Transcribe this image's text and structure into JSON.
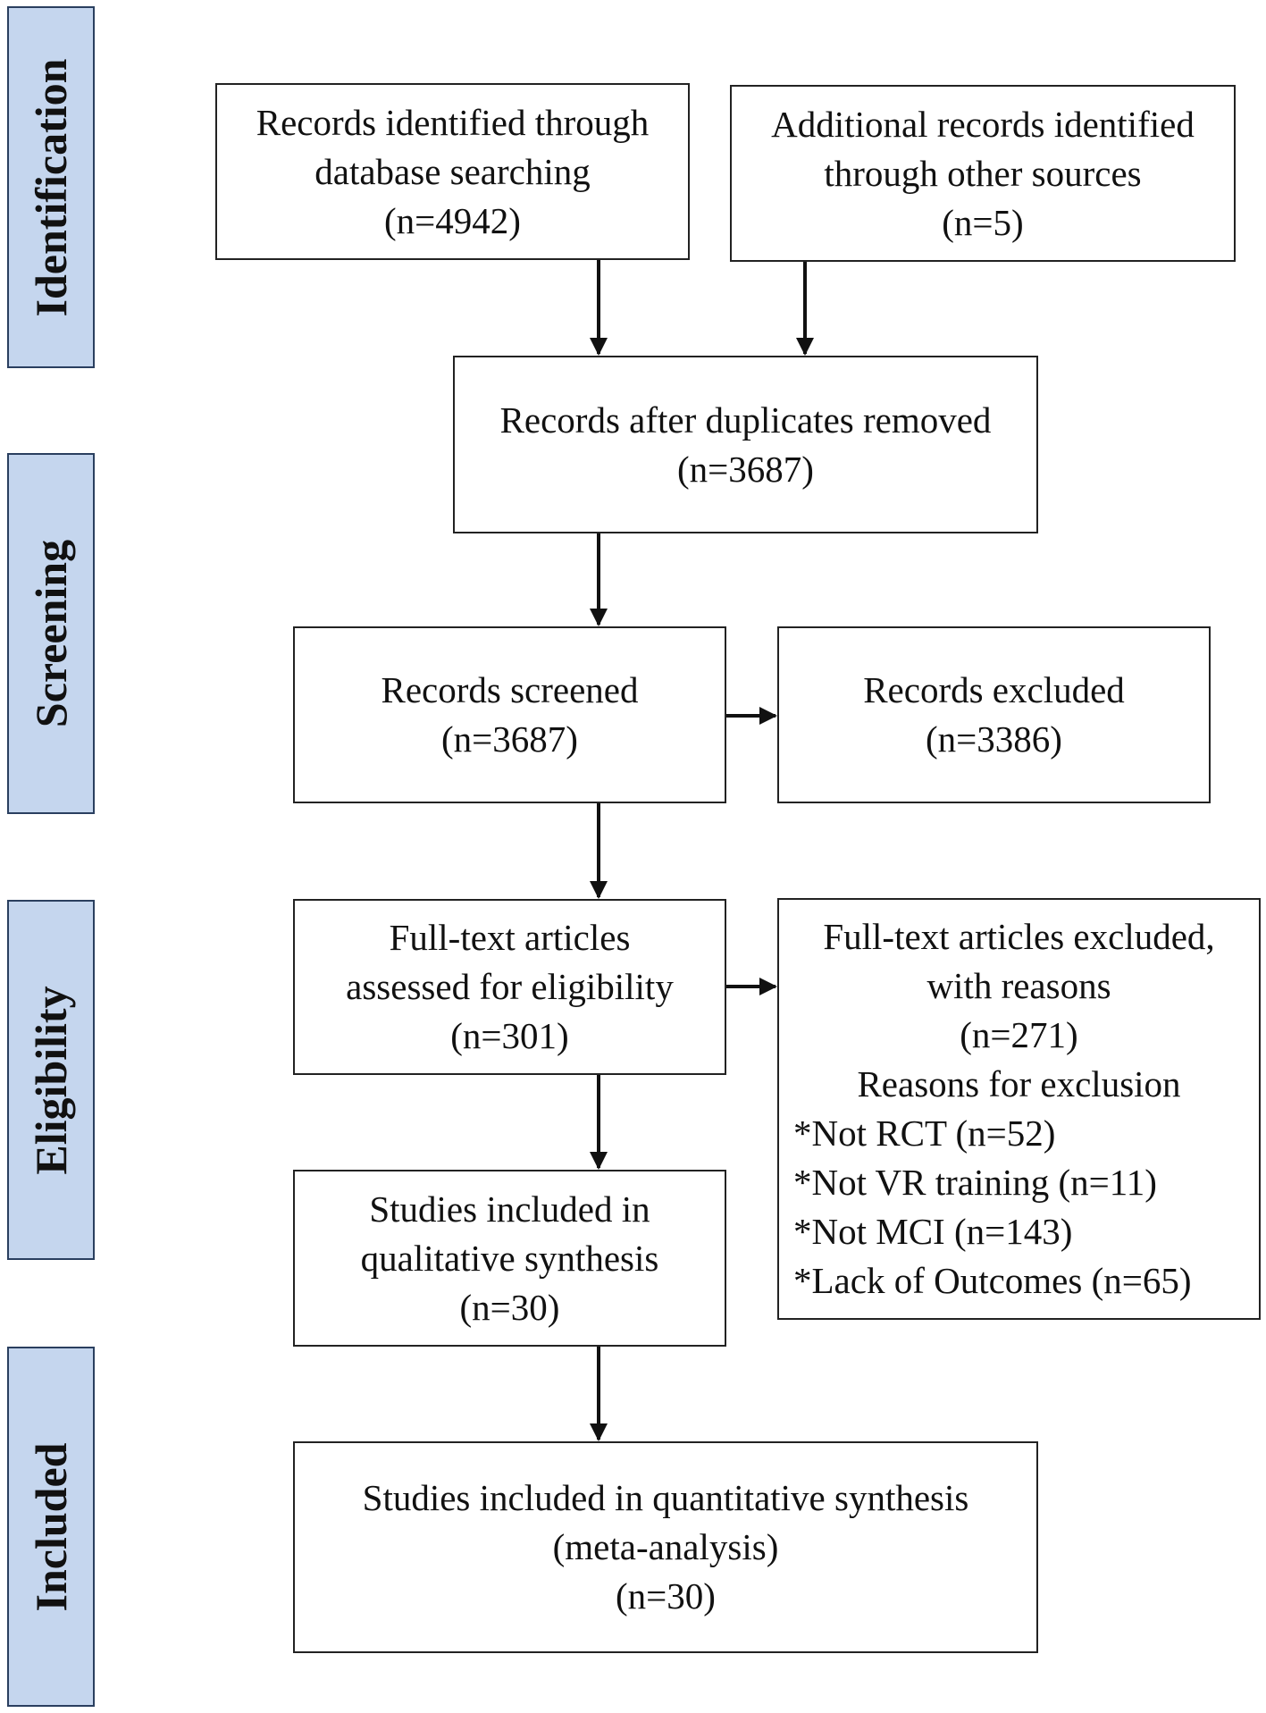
{
  "stages": {
    "identification": "Identification",
    "screening": "Screening",
    "eligibility": "Eligibility",
    "included": "Included"
  },
  "boxes": {
    "database": {
      "lines": [
        "Records identified through",
        "database searching",
        "(n=4942)"
      ]
    },
    "other_sources": {
      "lines": [
        "Additional records identified",
        "through other sources",
        "(n=5)"
      ]
    },
    "duplicates_removed": {
      "lines": [
        "Records after duplicates removed",
        "(n=3687)"
      ]
    },
    "screened": {
      "lines": [
        "Records screened",
        "(n=3687)"
      ]
    },
    "excluded": {
      "lines": [
        "Records excluded",
        "(n=3386)"
      ]
    },
    "fulltext_assessed": {
      "lines": [
        "Full-text articles",
        "assessed for eligibility",
        "(n=301)"
      ]
    },
    "fulltext_excluded": {
      "header": [
        "Full-text articles excluded,",
        "with reasons",
        "(n=271)",
        "Reasons for exclusion"
      ],
      "reasons": [
        "*Not RCT (n=52)",
        "*Not VR training (n=11)",
        "*Not MCI (n=143)",
        "*Lack of Outcomes (n=65)"
      ]
    },
    "qualitative": {
      "lines": [
        "Studies included in",
        "qualitative synthesis",
        "(n=30)"
      ]
    },
    "quantitative": {
      "lines": [
        "Studies included in quantitative synthesis",
        "(meta-analysis)",
        "(n=30)"
      ]
    }
  },
  "colors": {
    "stage_fill": "#c5d6ee",
    "stage_border": "#2a3f5f",
    "line": "#111111"
  }
}
